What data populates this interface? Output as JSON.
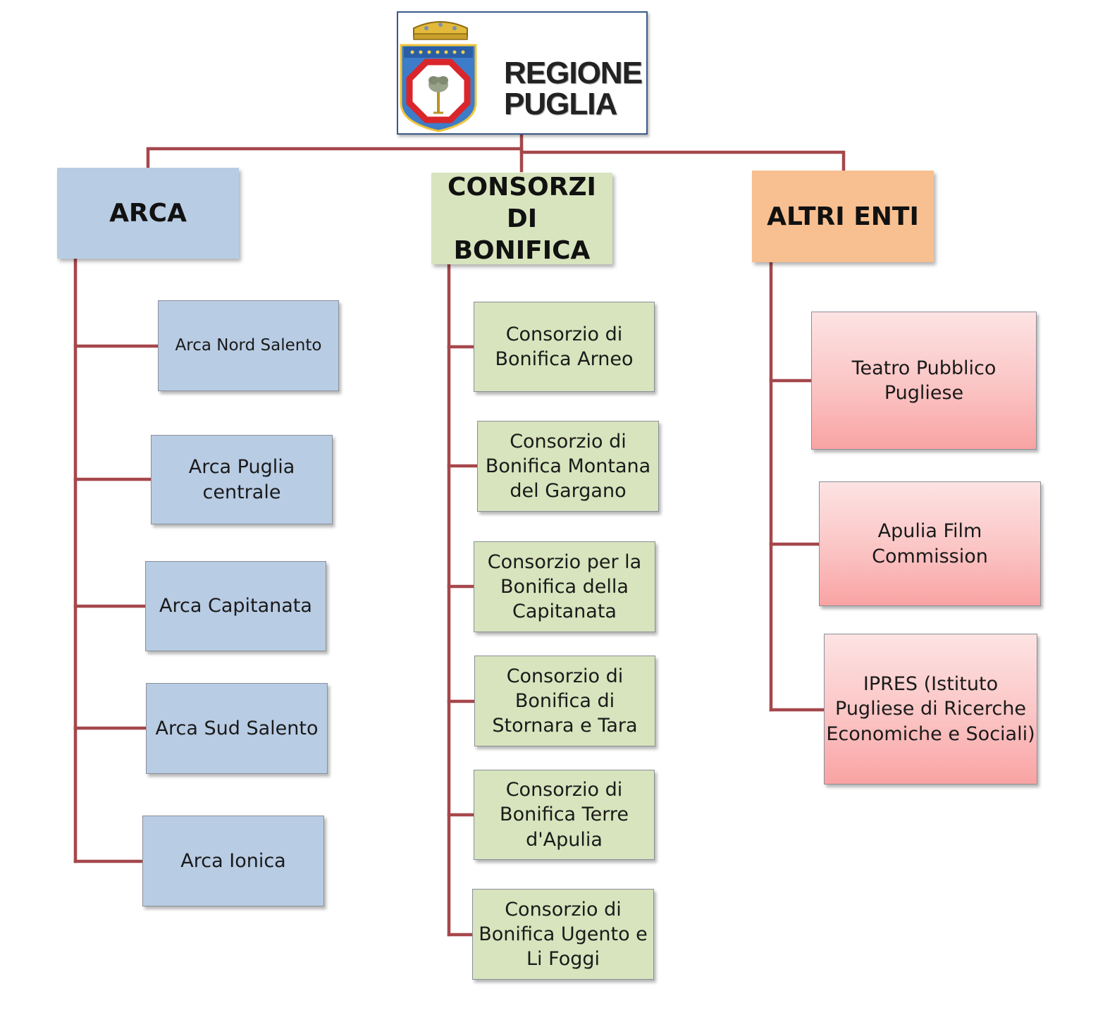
{
  "logo": {
    "text": "REGIONE\nPUGLIA"
  },
  "colors": {
    "connector": "#a5474b",
    "arca": "#b8cce4",
    "consorzi": "#d7e4bd",
    "altri": "#f8bf90",
    "altri_items": "#fbc4c4"
  },
  "categories": [
    {
      "title": "ARCA",
      "items": [
        "Arca Nord Salento",
        "Arca Puglia\ncentrale",
        "Arca Capitanata",
        "Arca Sud Salento",
        "Arca Ionica"
      ]
    },
    {
      "title": "CONSORZI DI\nBONIFICA",
      "items": [
        "Consorzio di\nBonifica Arneo",
        "Consorzio di\nBonifica Montana\ndel Gargano",
        "Consorzio per la\nBonifica della\nCapitanata",
        "Consorzio di\nBonifica di\nStornara e Tara",
        "Consorzio di\nBonifica Terre\nd'Apulia",
        "Consorzio di\nBonifica Ugento e\nLi Foggi"
      ]
    },
    {
      "title": "ALTRI ENTI",
      "items": [
        "Teatro Pubblico\nPugliese",
        "Apulia Film\nCommission",
        "IPRES (Istituto\nPugliese di Ricerche\nEconomiche e Sociali)"
      ]
    }
  ]
}
